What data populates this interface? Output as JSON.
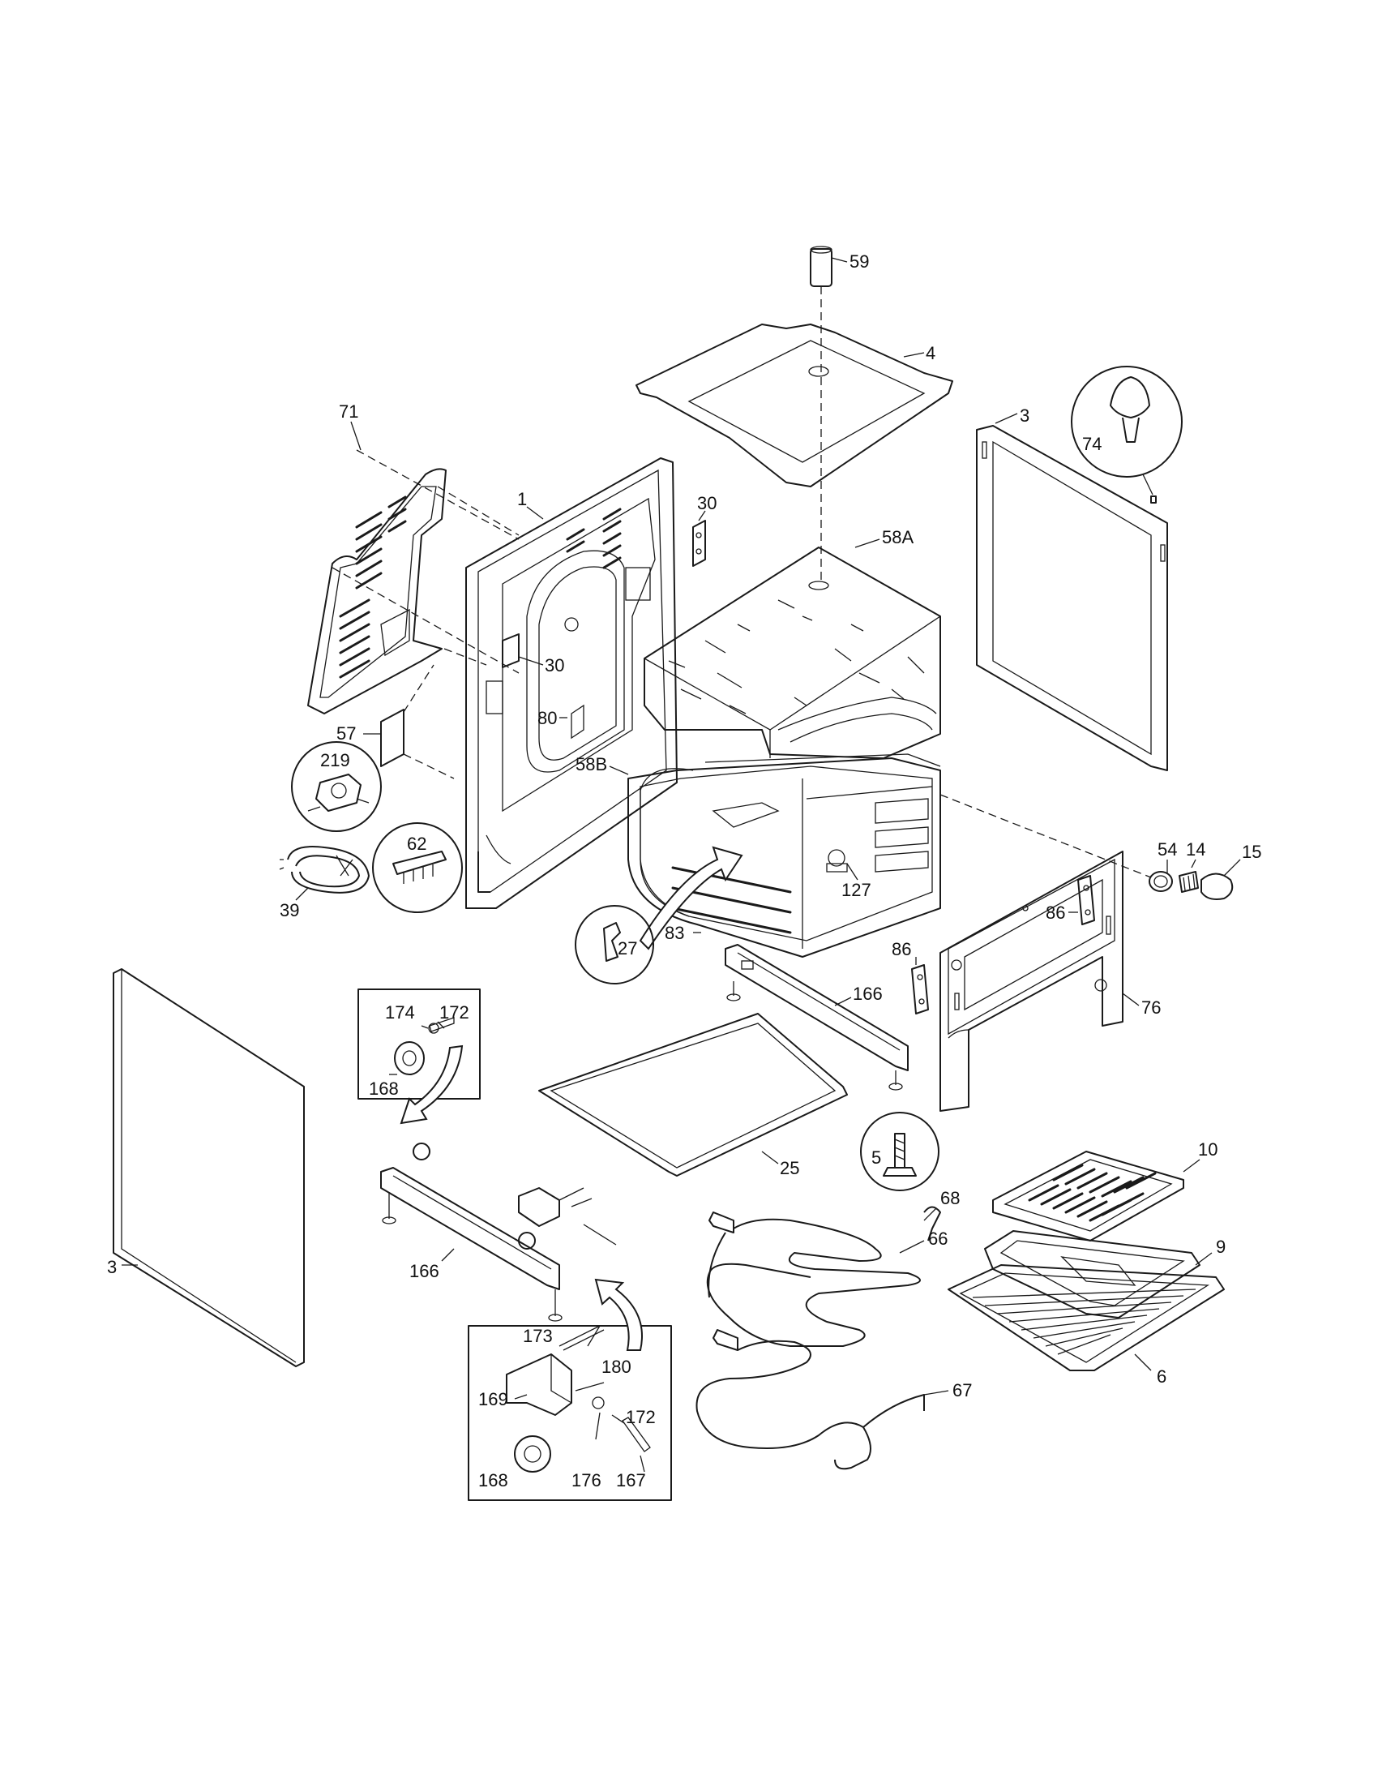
{
  "callouts": [
    {
      "id": "59",
      "label": "59"
    },
    {
      "id": "4",
      "label": "4"
    },
    {
      "id": "74",
      "label": "74"
    },
    {
      "id": "3-top",
      "label": "3"
    },
    {
      "id": "71",
      "label": "71"
    },
    {
      "id": "1",
      "label": "1"
    },
    {
      "id": "30-a",
      "label": "30"
    },
    {
      "id": "58A",
      "label": "58A"
    },
    {
      "id": "30-b",
      "label": "30"
    },
    {
      "id": "80",
      "label": "80"
    },
    {
      "id": "57",
      "label": "57"
    },
    {
      "id": "219",
      "label": "219"
    },
    {
      "id": "58B",
      "label": "58B"
    },
    {
      "id": "62",
      "label": "62"
    },
    {
      "id": "127",
      "label": "127"
    },
    {
      "id": "54",
      "label": "54"
    },
    {
      "id": "14",
      "label": "14"
    },
    {
      "id": "15",
      "label": "15"
    },
    {
      "id": "39",
      "label": "39"
    },
    {
      "id": "27",
      "label": "27"
    },
    {
      "id": "83",
      "label": "83"
    },
    {
      "id": "86-a",
      "label": "86"
    },
    {
      "id": "86-b",
      "label": "86"
    },
    {
      "id": "76",
      "label": "76"
    },
    {
      "id": "166-a",
      "label": "166"
    },
    {
      "id": "174-a",
      "label": "174"
    },
    {
      "id": "172-a",
      "label": "172"
    },
    {
      "id": "168-a",
      "label": "168"
    },
    {
      "id": "25",
      "label": "25"
    },
    {
      "id": "5",
      "label": "5"
    },
    {
      "id": "10",
      "label": "10"
    },
    {
      "id": "68",
      "label": "68"
    },
    {
      "id": "9",
      "label": "9"
    },
    {
      "id": "66",
      "label": "66"
    },
    {
      "id": "3-left",
      "label": "3"
    },
    {
      "id": "166-b",
      "label": "166"
    },
    {
      "id": "173",
      "label": "173"
    },
    {
      "id": "180",
      "label": "180"
    },
    {
      "id": "169",
      "label": "169"
    },
    {
      "id": "172-b",
      "label": "172"
    },
    {
      "id": "168-b",
      "label": "168"
    },
    {
      "id": "176",
      "label": "176"
    },
    {
      "id": "167",
      "label": "167"
    },
    {
      "id": "67",
      "label": "67"
    },
    {
      "id": "6",
      "label": "6"
    }
  ]
}
